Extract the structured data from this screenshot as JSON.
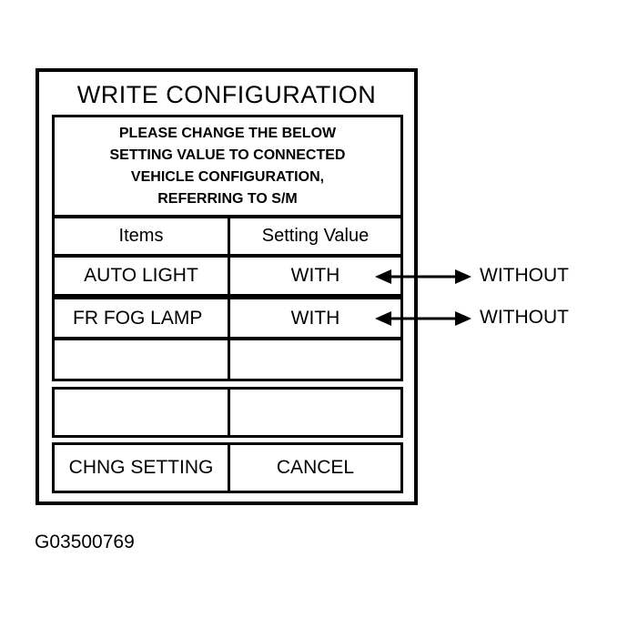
{
  "screen": {
    "title": "WRITE CONFIGURATION",
    "message_lines": [
      "PLEASE CHANGE THE BELOW",
      "SETTING VALUE TO CONNECTED",
      "VEHICLE CONFIGURATION,",
      "REFERRING TO S/M"
    ],
    "table": {
      "headers": [
        "Items",
        "Setting Value"
      ],
      "rows": [
        {
          "item": "AUTO LIGHT",
          "value": "WITH"
        },
        {
          "item": "FR FOG LAMP",
          "value": "WITH"
        }
      ]
    },
    "buttons": {
      "change": "CHNG SETTING",
      "cancel": "CANCEL"
    }
  },
  "alternatives": [
    "WITHOUT",
    "WITHOUT"
  ],
  "figure_code": "G03500769"
}
